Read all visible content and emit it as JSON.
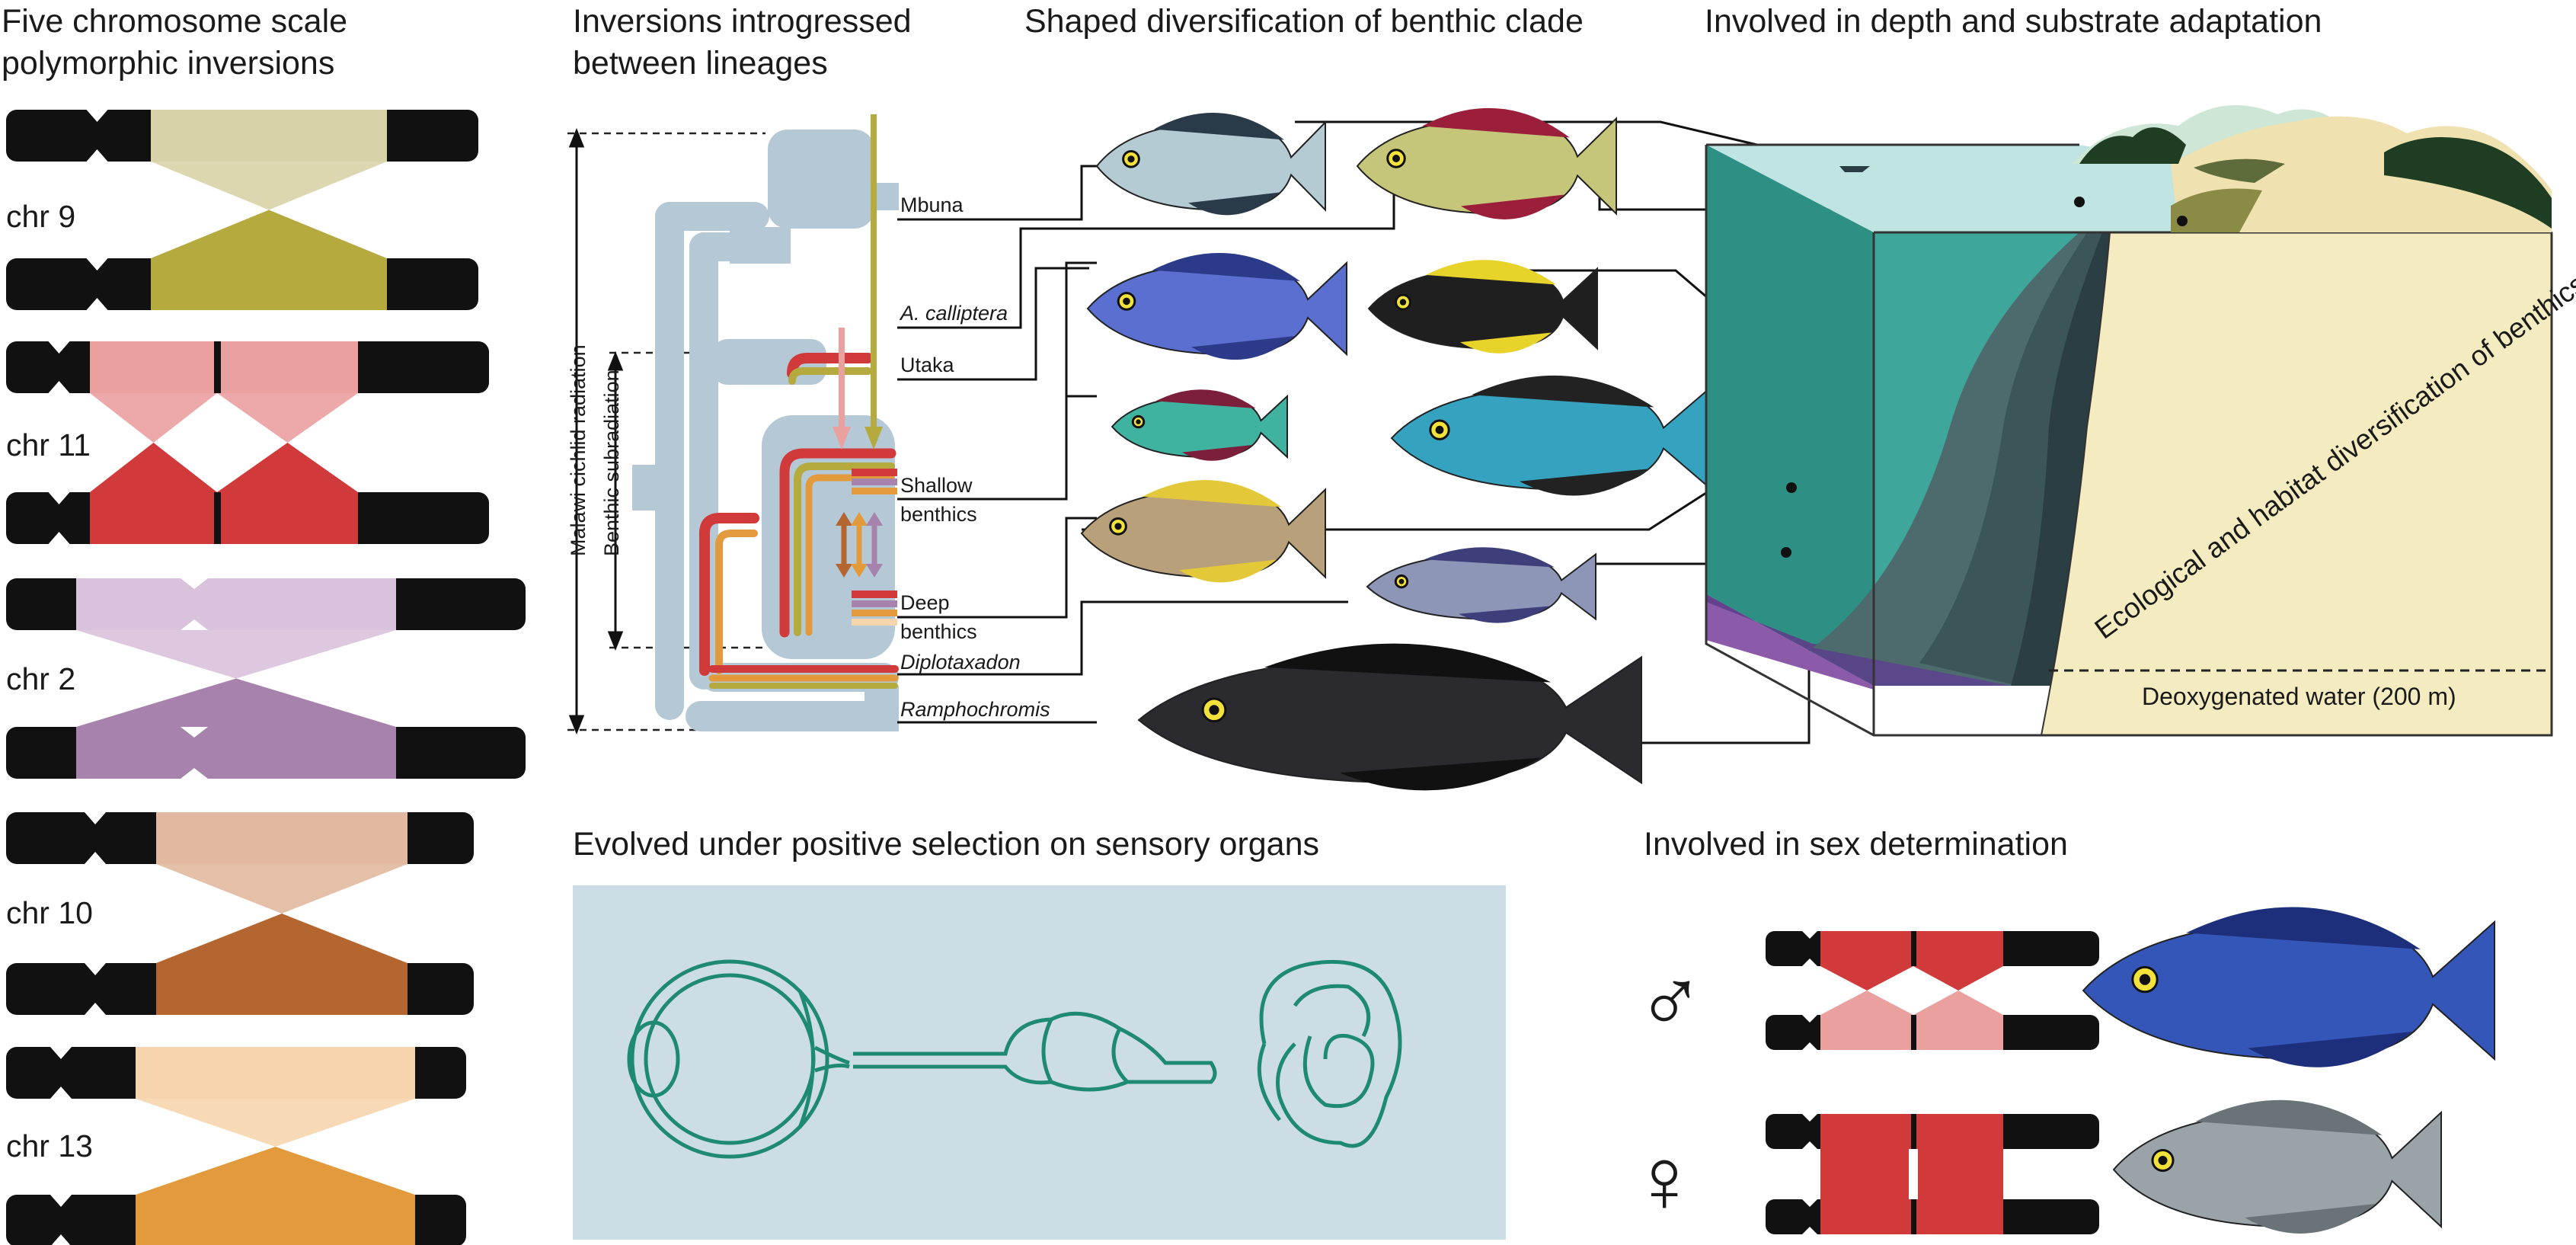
{
  "panels": {
    "chromosomes": {
      "title_line1": "Five chromosome scale",
      "title_line2": "polymorphic inversions"
    },
    "introgression": {
      "title_line1": "Inversions introgressed",
      "title_line2": "between lineages"
    },
    "benthic": {
      "title": "Shaped diversification of benthic clade"
    },
    "depth": {
      "title": "Involved in depth and substrate adaptation"
    },
    "sensory": {
      "title": "Evolved under positive selection on sensory organs"
    },
    "sex": {
      "title": "Involved in sex determination"
    }
  },
  "chromosomes": [
    {
      "label": "chr 9",
      "band": "#d8d2a8",
      "band2": "#b5aa3e",
      "dark": "#b5aa3e"
    },
    {
      "label": "chr 11",
      "band": "#eba0a0",
      "band2": "#d13a3a",
      "dark": "#d13a3a"
    },
    {
      "label": "chr 2",
      "band": "#d9c2dc",
      "band2": "#a782ad",
      "dark": "#a782ad"
    },
    {
      "label": "chr 10",
      "band": "#e2b9a0",
      "band2": "#b5652f",
      "dark": "#b5652f"
    },
    {
      "label": "chr 13",
      "band": "#f6d5ae",
      "band2": "#e39a3c",
      "dark": "#e39a3c"
    }
  ],
  "tree": {
    "radiation_label": "Malawi cichlid radiation",
    "subradiation_label": "Benthic subradiation",
    "lineages": [
      "Mbuna",
      "A. calliptera",
      "Utaka",
      "Shallow",
      "benthics",
      "Deep",
      "benthics",
      "Diplotaxadon",
      "Ramphochromis"
    ]
  },
  "depth_box": {
    "slope_label": "Ecological and habitat diversification of benthics",
    "deox_label": "Deoxygenated water (200 m)"
  },
  "sensory_icons": [
    "eye-icon",
    "brain-icon",
    "inner-ear-icon"
  ],
  "sex": {
    "male_symbol": "♂",
    "female_symbol": "♀"
  },
  "colors": {
    "tree": "#b4c8d6",
    "water_dark": "#2e8f85",
    "water_light": "#4aa99d",
    "sand": "#f4ecc0",
    "purple": "#8b5aa8",
    "sensory_bg": "#cddde6",
    "sensory_line": "#1f8a74"
  }
}
